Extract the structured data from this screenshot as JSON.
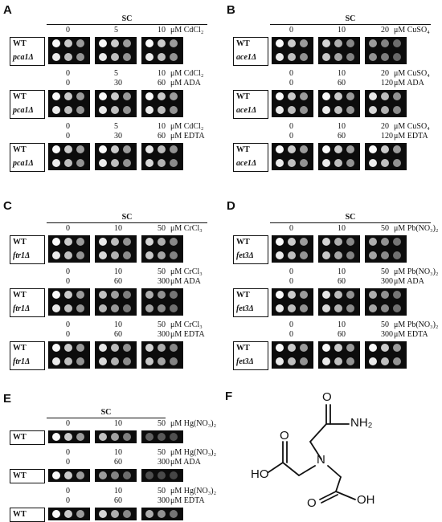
{
  "figure": {
    "panels": [
      {
        "label": "A",
        "medium": "SC",
        "strains": [
          "WT",
          "pca1Δ"
        ],
        "rows": [
          {
            "lines": [
              {
                "values": [
                  "0",
                  "5",
                  "10"
                ],
                "unit": "μM CdCl₂"
              }
            ]
          },
          {
            "lines": [
              {
                "values": [
                  "0",
                  "5",
                  "10"
                ],
                "unit": "μM CdCl₂"
              },
              {
                "values": [
                  "0",
                  "30",
                  "60"
                ],
                "unit": "μM ADA"
              }
            ]
          },
          {
            "lines": [
              {
                "values": [
                  "0",
                  "5",
                  "10"
                ],
                "unit": "μM CdCl₂"
              },
              {
                "values": [
                  "0",
                  "30",
                  "60"
                ],
                "unit": "μM EDTA"
              }
            ]
          }
        ]
      },
      {
        "label": "B",
        "medium": "SC",
        "strains": [
          "WT",
          "ace1Δ"
        ],
        "rows": [
          {
            "lines": [
              {
                "values": [
                  "0",
                  "10",
                  "20"
                ],
                "unit": "μM CuSO₄"
              }
            ]
          },
          {
            "lines": [
              {
                "values": [
                  "0",
                  "10",
                  "20"
                ],
                "unit": "μM CuSO₄"
              },
              {
                "values": [
                  "0",
                  "60",
                  "120"
                ],
                "unit": "μM ADA"
              }
            ]
          },
          {
            "lines": [
              {
                "values": [
                  "0",
                  "10",
                  "20"
                ],
                "unit": "μM CuSO₄"
              },
              {
                "values": [
                  "0",
                  "60",
                  "120"
                ],
                "unit": "μM EDTA"
              }
            ]
          }
        ]
      },
      {
        "label": "C",
        "medium": "SC",
        "strains": [
          "WT",
          "ftr1Δ"
        ],
        "rows": [
          {
            "lines": [
              {
                "values": [
                  "0",
                  "10",
                  "50"
                ],
                "unit": "μM CrCl₃"
              }
            ]
          },
          {
            "lines": [
              {
                "values": [
                  "0",
                  "10",
                  "50"
                ],
                "unit": "μM CrCl₃"
              },
              {
                "values": [
                  "0",
                  "60",
                  "300"
                ],
                "unit": "μM ADA"
              }
            ]
          },
          {
            "lines": [
              {
                "values": [
                  "0",
                  "10",
                  "50"
                ],
                "unit": "μM CrCl₃"
              },
              {
                "values": [
                  "0",
                  "60",
                  "300"
                ],
                "unit": "μM EDTA"
              }
            ]
          }
        ]
      },
      {
        "label": "D",
        "medium": "SC",
        "strains": [
          "WT",
          "fet3Δ"
        ],
        "rows": [
          {
            "lines": [
              {
                "values": [
                  "0",
                  "10",
                  "50"
                ],
                "unit": "μM Pb(NO₃)₂"
              }
            ]
          },
          {
            "lines": [
              {
                "values": [
                  "0",
                  "10",
                  "50"
                ],
                "unit": "μM Pb(NO₃)₂"
              },
              {
                "values": [
                  "0",
                  "60",
                  "300"
                ],
                "unit": "μM ADA"
              }
            ]
          },
          {
            "lines": [
              {
                "values": [
                  "0",
                  "10",
                  "50"
                ],
                "unit": "μM Pb(NO₃)₂"
              },
              {
                "values": [
                  "0",
                  "60",
                  "300"
                ],
                "unit": "μM EDTA"
              }
            ]
          }
        ]
      },
      {
        "label": "E",
        "medium": "SC",
        "strains": [
          "WT"
        ],
        "rows": [
          {
            "lines": [
              {
                "values": [
                  "0",
                  "10",
                  "50"
                ],
                "unit": "μM Hg(NO₃)₂"
              }
            ]
          },
          {
            "lines": [
              {
                "values": [
                  "0",
                  "10",
                  "50"
                ],
                "unit": "μM Hg(NO₃)₂"
              },
              {
                "values": [
                  "0",
                  "60",
                  "300"
                ],
                "unit": "μM ADA"
              }
            ]
          },
          {
            "lines": [
              {
                "values": [
                  "0",
                  "10",
                  "50"
                ],
                "unit": "μM Hg(NO₃)₂"
              },
              {
                "values": [
                  "0",
                  "60",
                  "300"
                ],
                "unit": "μM EDTA"
              }
            ]
          }
        ]
      }
    ],
    "structure": {
      "label": "F",
      "atoms": {
        "oxygen": "O",
        "nitrogen": "N",
        "amine": "NH₂",
        "hydroxyl_left": "HO",
        "hydroxyl_right": "OH"
      }
    }
  }
}
